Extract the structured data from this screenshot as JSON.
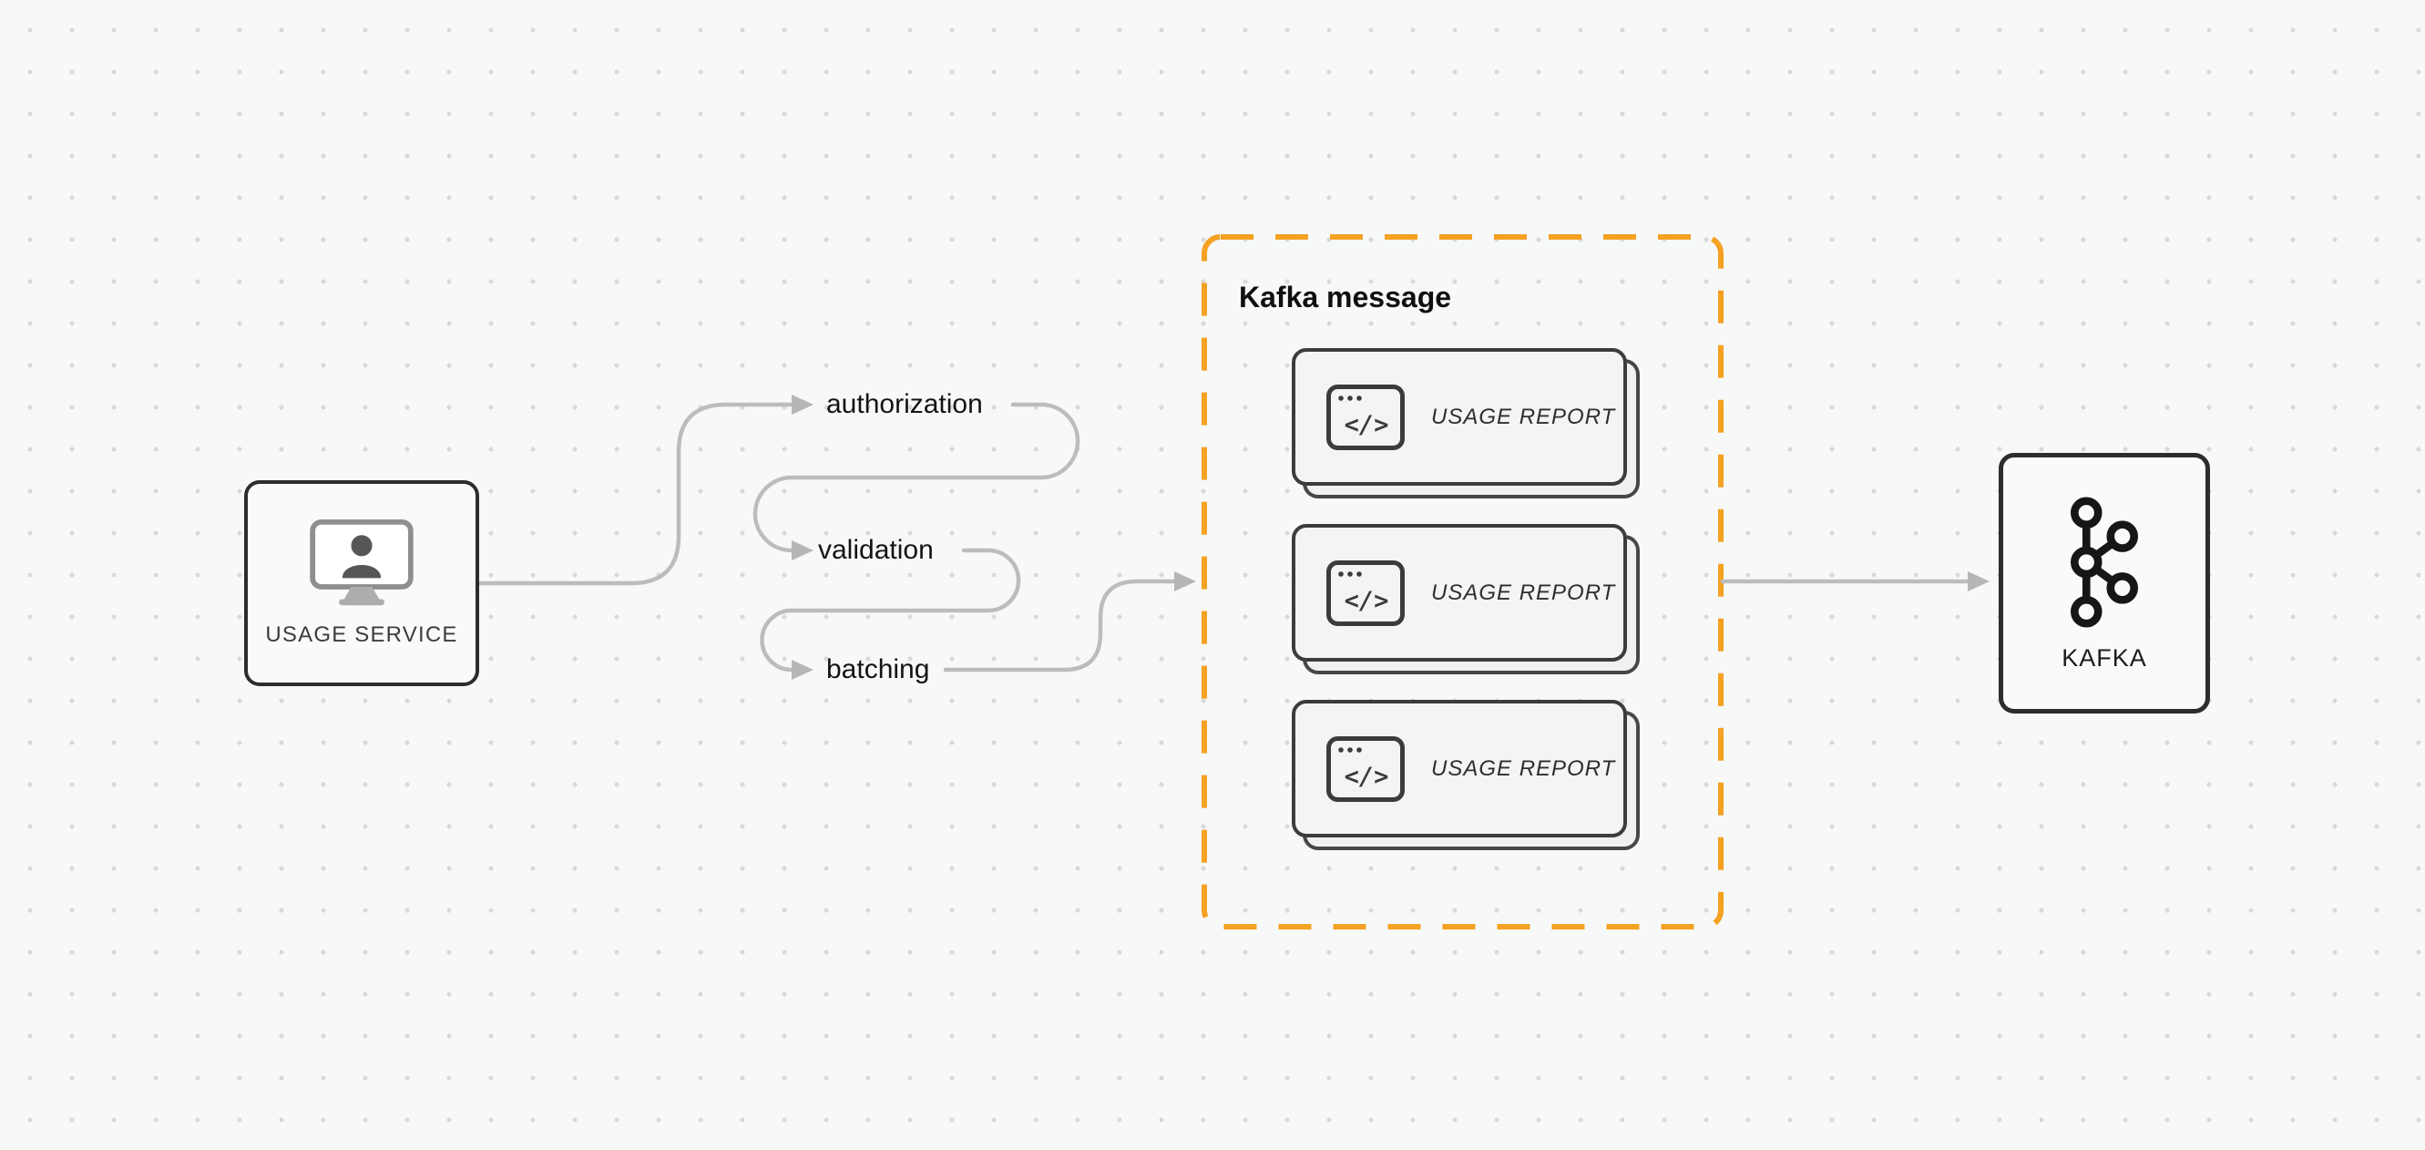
{
  "canvas": {
    "background": "#f7f8f8",
    "dot_color": "#d9d9d9"
  },
  "usage_service": {
    "label": "USAGE SERVICE",
    "icon": "monitor-user-icon"
  },
  "pipeline_steps": [
    {
      "label": "authorization"
    },
    {
      "label": "validation"
    },
    {
      "label": "batching"
    }
  ],
  "kafka_message_group": {
    "label": "Kafka message",
    "border_color": "#F5A122",
    "reports": [
      {
        "label": "USAGE REPORT",
        "icon": "code-window-icon"
      },
      {
        "label": "USAGE REPORT",
        "icon": "code-window-icon"
      },
      {
        "label": "USAGE REPORT",
        "icon": "code-window-icon"
      }
    ]
  },
  "kafka": {
    "label": "KAFKA",
    "icon": "kafka-logo-icon"
  },
  "icons": {
    "code_window_glyph": "</>"
  },
  "colors": {
    "arrow": "#bcbcbc",
    "node_border": "#2d2d2d",
    "node_background": "#fafafa",
    "card_background": "#f4f4f4",
    "text": "#141414"
  }
}
